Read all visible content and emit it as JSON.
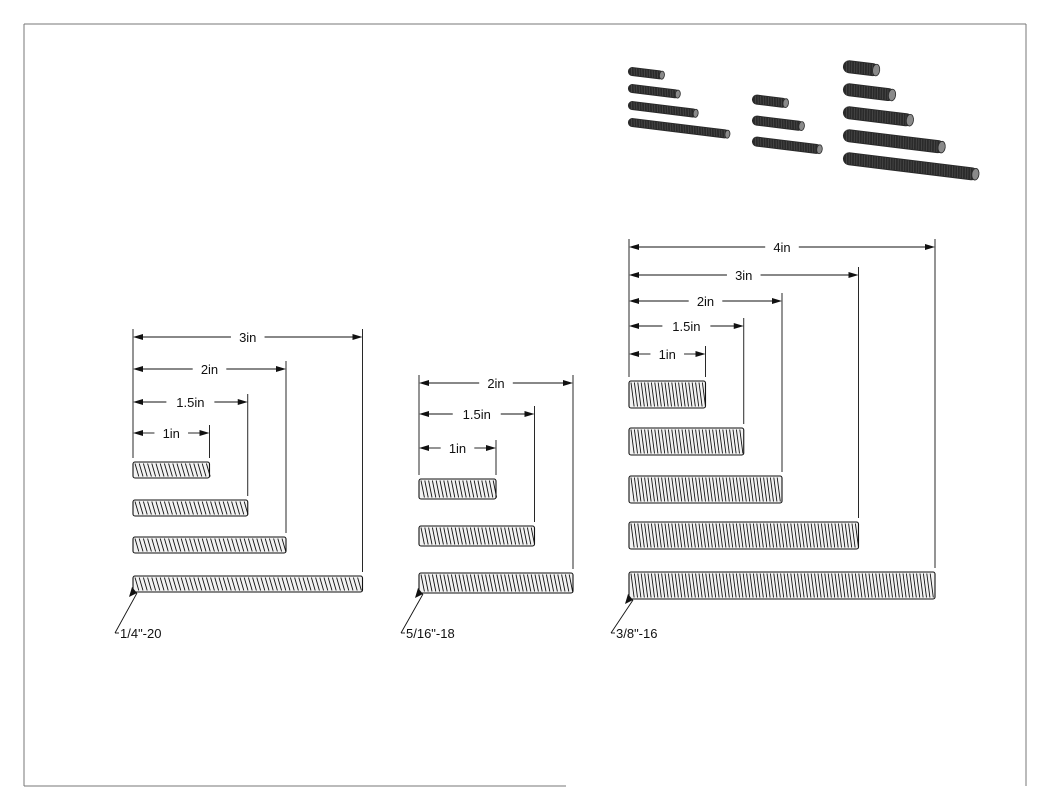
{
  "groups": [
    {
      "callout": "1/4\"-20",
      "rods": [
        {
          "length_in": 1,
          "label": "1in"
        },
        {
          "length_in": 1.5,
          "label": "1.5in"
        },
        {
          "length_in": 2,
          "label": "2in"
        },
        {
          "length_in": 3,
          "label": "3in"
        }
      ]
    },
    {
      "callout": "5/16\"-18",
      "rods": [
        {
          "length_in": 1,
          "label": "1in"
        },
        {
          "length_in": 1.5,
          "label": "1.5in"
        },
        {
          "length_in": 2,
          "label": "2in"
        }
      ]
    },
    {
      "callout": "3/8\"-16",
      "rods": [
        {
          "length_in": 1,
          "label": "1in"
        },
        {
          "length_in": 1.5,
          "label": "1.5in"
        },
        {
          "length_in": 2,
          "label": "2in"
        },
        {
          "length_in": 3,
          "label": "3in"
        },
        {
          "length_in": 4,
          "label": "4in"
        }
      ]
    }
  ],
  "colors": {
    "line": "#111111",
    "thread_fill": "#f2f2f2",
    "iso_dark": "#2a2a2a",
    "iso_mid": "#4a4a4a"
  }
}
